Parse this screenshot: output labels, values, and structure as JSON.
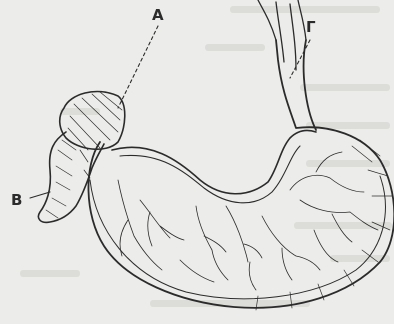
{
  "figure": {
    "labels": {
      "a": "А",
      "g": "Г",
      "v": "В"
    },
    "ink_color": "#2b2b2b",
    "paper_color": "#ececea"
  }
}
